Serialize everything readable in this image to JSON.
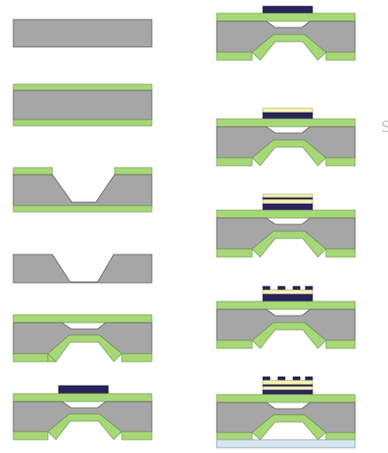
{
  "title": "",
  "steps": [
    {
      "id": "left-1"
    },
    {
      "id": "left-2"
    },
    {
      "id": "left-3"
    },
    {
      "id": "left-4"
    },
    {
      "id": "left-5"
    },
    {
      "id": "left-6"
    },
    {
      "id": "right-1"
    },
    {
      "id": "right-2"
    },
    {
      "id": "right-3"
    },
    {
      "id": "right-4"
    },
    {
      "id": "right-5"
    }
  ],
  "colors": {
    "substrate": "#a6a6a6",
    "oxide": "#a7d878",
    "metal": "#2a235b",
    "layer": "#f6f3b5",
    "glass": "#d7e6f1"
  },
  "edge_glyph": "S"
}
